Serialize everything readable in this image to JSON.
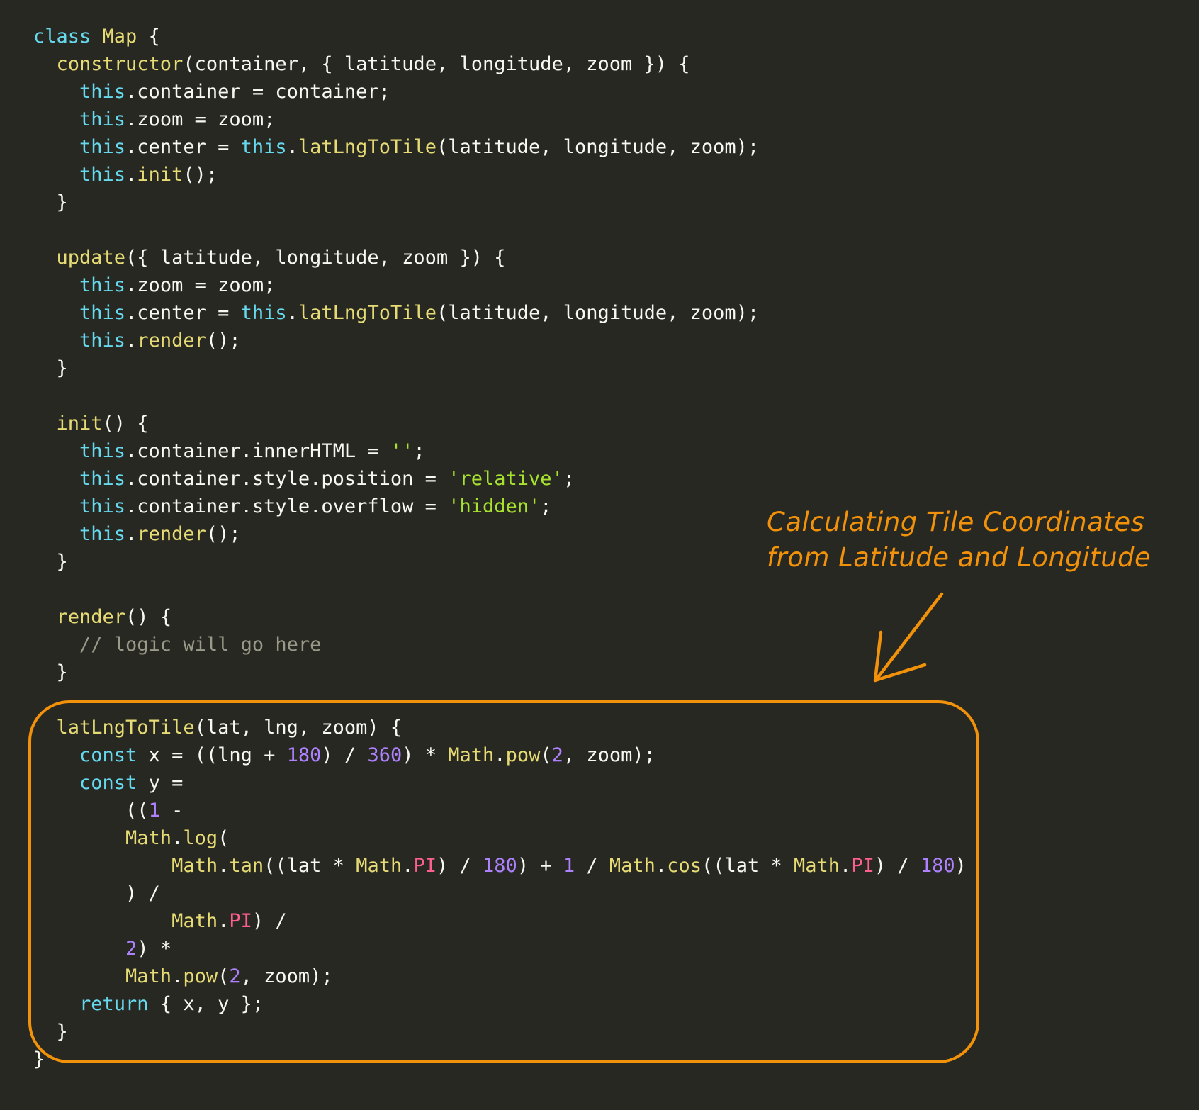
{
  "code": {
    "lines": [
      [
        {
          "t": "class ",
          "c": "kw"
        },
        {
          "t": "Map",
          "c": "fn"
        },
        {
          "t": " {",
          "c": "pl"
        }
      ],
      [
        {
          "t": "  constructor",
          "c": "fn"
        },
        {
          "t": "(container, { latitude, longitude, zoom }) {",
          "c": "pl"
        }
      ],
      [
        {
          "t": "    this",
          "c": "kw"
        },
        {
          "t": ".container = container;",
          "c": "pl"
        }
      ],
      [
        {
          "t": "    this",
          "c": "kw"
        },
        {
          "t": ".zoom = zoom;",
          "c": "pl"
        }
      ],
      [
        {
          "t": "    this",
          "c": "kw"
        },
        {
          "t": ".center = ",
          "c": "pl"
        },
        {
          "t": "this",
          "c": "kw"
        },
        {
          "t": ".",
          "c": "pl"
        },
        {
          "t": "latLngToTile",
          "c": "fn"
        },
        {
          "t": "(latitude, longitude, zoom);",
          "c": "pl"
        }
      ],
      [
        {
          "t": "    this",
          "c": "kw"
        },
        {
          "t": ".",
          "c": "pl"
        },
        {
          "t": "init",
          "c": "fn"
        },
        {
          "t": "();",
          "c": "pl"
        }
      ],
      [
        {
          "t": "  }",
          "c": "pl"
        }
      ],
      [],
      [
        {
          "t": "  update",
          "c": "fn"
        },
        {
          "t": "({ latitude, longitude, zoom }) {",
          "c": "pl"
        }
      ],
      [
        {
          "t": "    this",
          "c": "kw"
        },
        {
          "t": ".zoom = zoom;",
          "c": "pl"
        }
      ],
      [
        {
          "t": "    this",
          "c": "kw"
        },
        {
          "t": ".center = ",
          "c": "pl"
        },
        {
          "t": "this",
          "c": "kw"
        },
        {
          "t": ".",
          "c": "pl"
        },
        {
          "t": "latLngToTile",
          "c": "fn"
        },
        {
          "t": "(latitude, longitude, zoom);",
          "c": "pl"
        }
      ],
      [
        {
          "t": "    this",
          "c": "kw"
        },
        {
          "t": ".",
          "c": "pl"
        },
        {
          "t": "render",
          "c": "fn"
        },
        {
          "t": "();",
          "c": "pl"
        }
      ],
      [
        {
          "t": "  }",
          "c": "pl"
        }
      ],
      [],
      [
        {
          "t": "  init",
          "c": "fn"
        },
        {
          "t": "() {",
          "c": "pl"
        }
      ],
      [
        {
          "t": "    this",
          "c": "kw"
        },
        {
          "t": ".container.innerHTML = ",
          "c": "pl"
        },
        {
          "t": "''",
          "c": "str"
        },
        {
          "t": ";",
          "c": "pl"
        }
      ],
      [
        {
          "t": "    this",
          "c": "kw"
        },
        {
          "t": ".container.style.position = ",
          "c": "pl"
        },
        {
          "t": "'relative'",
          "c": "str"
        },
        {
          "t": ";",
          "c": "pl"
        }
      ],
      [
        {
          "t": "    this",
          "c": "kw"
        },
        {
          "t": ".container.style.overflow = ",
          "c": "pl"
        },
        {
          "t": "'hidden'",
          "c": "str"
        },
        {
          "t": ";",
          "c": "pl"
        }
      ],
      [
        {
          "t": "    this",
          "c": "kw"
        },
        {
          "t": ".",
          "c": "pl"
        },
        {
          "t": "render",
          "c": "fn"
        },
        {
          "t": "();",
          "c": "pl"
        }
      ],
      [
        {
          "t": "  }",
          "c": "pl"
        }
      ],
      [],
      [
        {
          "t": "  render",
          "c": "fn"
        },
        {
          "t": "() {",
          "c": "pl"
        }
      ],
      [
        {
          "t": "    // logic will go here",
          "c": "com"
        }
      ],
      [
        {
          "t": "  }",
          "c": "pl"
        }
      ],
      [],
      [
        {
          "t": "  latLngToTile",
          "c": "fn"
        },
        {
          "t": "(lat, lng, zoom) {",
          "c": "pl"
        }
      ],
      [
        {
          "t": "    const",
          "c": "kw"
        },
        {
          "t": " x = ((lng + ",
          "c": "pl"
        },
        {
          "t": "180",
          "c": "num"
        },
        {
          "t": ") / ",
          "c": "pl"
        },
        {
          "t": "360",
          "c": "num"
        },
        {
          "t": ") * ",
          "c": "pl"
        },
        {
          "t": "Math",
          "c": "fn"
        },
        {
          "t": ".",
          "c": "pl"
        },
        {
          "t": "pow",
          "c": "fn"
        },
        {
          "t": "(",
          "c": "pl"
        },
        {
          "t": "2",
          "c": "num"
        },
        {
          "t": ", zoom);",
          "c": "pl"
        }
      ],
      [
        {
          "t": "    const",
          "c": "kw"
        },
        {
          "t": " y =",
          "c": "pl"
        }
      ],
      [
        {
          "t": "        ((",
          "c": "pl"
        },
        {
          "t": "1",
          "c": "num"
        },
        {
          "t": " -",
          "c": "pl"
        }
      ],
      [
        {
          "t": "        Math",
          "c": "fn"
        },
        {
          "t": ".",
          "c": "pl"
        },
        {
          "t": "log",
          "c": "fn"
        },
        {
          "t": "(",
          "c": "pl"
        }
      ],
      [
        {
          "t": "            Math",
          "c": "fn"
        },
        {
          "t": ".",
          "c": "pl"
        },
        {
          "t": "tan",
          "c": "fn"
        },
        {
          "t": "((lat * ",
          "c": "pl"
        },
        {
          "t": "Math",
          "c": "fn"
        },
        {
          "t": ".",
          "c": "pl"
        },
        {
          "t": "PI",
          "c": "const"
        },
        {
          "t": ") / ",
          "c": "pl"
        },
        {
          "t": "180",
          "c": "num"
        },
        {
          "t": ") + ",
          "c": "pl"
        },
        {
          "t": "1",
          "c": "num"
        },
        {
          "t": " / ",
          "c": "pl"
        },
        {
          "t": "Math",
          "c": "fn"
        },
        {
          "t": ".",
          "c": "pl"
        },
        {
          "t": "cos",
          "c": "fn"
        },
        {
          "t": "((lat * ",
          "c": "pl"
        },
        {
          "t": "Math",
          "c": "fn"
        },
        {
          "t": ".",
          "c": "pl"
        },
        {
          "t": "PI",
          "c": "const"
        },
        {
          "t": ") / ",
          "c": "pl"
        },
        {
          "t": "180",
          "c": "num"
        },
        {
          "t": ")",
          "c": "pl"
        }
      ],
      [
        {
          "t": "        ) /",
          "c": "pl"
        }
      ],
      [
        {
          "t": "            Math",
          "c": "fn"
        },
        {
          "t": ".",
          "c": "pl"
        },
        {
          "t": "PI",
          "c": "const"
        },
        {
          "t": ") /",
          "c": "pl"
        }
      ],
      [
        {
          "t": "        2",
          "c": "num"
        },
        {
          "t": ") *",
          "c": "pl"
        }
      ],
      [
        {
          "t": "        Math",
          "c": "fn"
        },
        {
          "t": ".",
          "c": "pl"
        },
        {
          "t": "pow",
          "c": "fn"
        },
        {
          "t": "(",
          "c": "pl"
        },
        {
          "t": "2",
          "c": "num"
        },
        {
          "t": ", zoom);",
          "c": "pl"
        }
      ],
      [
        {
          "t": "    return",
          "c": "kw"
        },
        {
          "t": " { x, y };",
          "c": "pl"
        }
      ],
      [
        {
          "t": "  }",
          "c": "pl"
        }
      ],
      [
        {
          "t": "}",
          "c": "pl"
        }
      ]
    ]
  },
  "annotation": {
    "line1": "Calculating Tile Coordinates",
    "line2": "from Latitude and Longitude"
  },
  "colors": {
    "background": "#282822",
    "accent": "#f2910a",
    "keyword": "#66d9ef",
    "function": "#e6db74",
    "string": "#a6e22e",
    "number": "#ae81ff",
    "constant": "#fd5f8f",
    "comment": "#9a9a8a",
    "plain": "#f8f8f2"
  },
  "icons": {
    "arrow": "hand-drawn-arrow-icon"
  }
}
